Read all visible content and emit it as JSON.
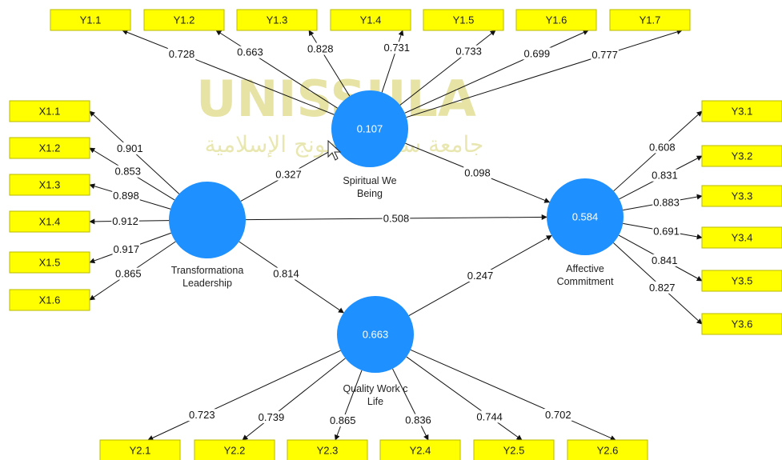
{
  "watermark": {
    "title": "UNISSULA",
    "arabic": "جامعة سلطان أجونج الإسلامية"
  },
  "latents": {
    "SWB": {
      "r2": "0.107",
      "name": [
        "Spiritual We",
        "Being"
      ]
    },
    "TL": {
      "r2": "",
      "name": [
        "Transformationa",
        "Leadership"
      ]
    },
    "AC": {
      "r2": "0.584",
      "name": [
        "Affective",
        "Commitment"
      ]
    },
    "QWL": {
      "r2": "0.663",
      "name": [
        "Quality Work c",
        "Life"
      ]
    }
  },
  "indicators": {
    "X1.1": "X1.1",
    "X1.2": "X1.2",
    "X1.3": "X1.3",
    "X1.4": "X1.4",
    "X1.5": "X1.5",
    "X1.6": "X1.6",
    "Y1.1": "Y1.1",
    "Y1.2": "Y1.2",
    "Y1.3": "Y1.3",
    "Y1.4": "Y1.4",
    "Y1.5": "Y1.5",
    "Y1.6": "Y1.6",
    "Y1.7": "Y1.7",
    "Y2.1": "Y2.1",
    "Y2.2": "Y2.2",
    "Y2.3": "Y2.3",
    "Y2.4": "Y2.4",
    "Y2.5": "Y2.5",
    "Y2.6": "Y2.6",
    "Y3.1": "Y3.1",
    "Y3.2": "Y3.2",
    "Y3.3": "Y3.3",
    "Y3.4": "Y3.4",
    "Y3.5": "Y3.5",
    "Y3.6": "Y3.6"
  },
  "loadings": {
    "X1.1": "0.901",
    "X1.2": "0.853",
    "X1.3": "0.898",
    "X1.4": "0.912",
    "X1.5": "0.917",
    "X1.6": "0.865",
    "Y1.1": "0.728",
    "Y1.2": "0.663",
    "Y1.3": "0.828",
    "Y1.4": "0.731",
    "Y1.5": "0.733",
    "Y1.6": "0.699",
    "Y1.7": "0.777",
    "Y2.1": "0.723",
    "Y2.2": "0.739",
    "Y2.3": "0.865",
    "Y2.4": "0.836",
    "Y2.5": "0.744",
    "Y2.6": "0.702",
    "Y3.1": "0.608",
    "Y3.2": "0.831",
    "Y3.3": "0.883",
    "Y3.4": "0.691",
    "Y3.5": "0.841",
    "Y3.6": "0.827"
  },
  "paths": {
    "TL_SWB": "0.327",
    "TL_AC": "0.508",
    "TL_QWL": "0.814",
    "SWB_AC": "0.098",
    "QWL_AC": "0.247"
  }
}
